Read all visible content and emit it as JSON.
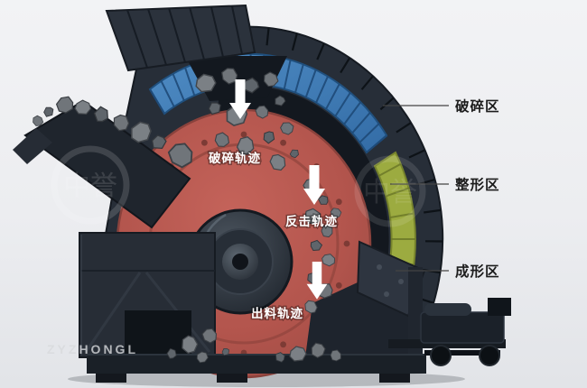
{
  "diagram": {
    "zone_callouts": [
      {
        "label": "破碎区"
      },
      {
        "label": "整形区"
      },
      {
        "label": "成形区"
      }
    ],
    "trajectories": [
      {
        "label": "破碎轨迹"
      },
      {
        "label": "反击轨迹"
      },
      {
        "label": "出料轨迹"
      }
    ]
  },
  "watermark": {
    "text": "ZYZHONGL",
    "logo": "中誉"
  },
  "colors": {
    "background": "#eef0f3",
    "housing_dark": "#272e38",
    "bellows_blue": "#3c78b4",
    "rotor_red": "#b3554d",
    "liner_green": "#9cab40",
    "callout_text": "#1c1c1c",
    "trajectory_text": "#ffffff"
  }
}
